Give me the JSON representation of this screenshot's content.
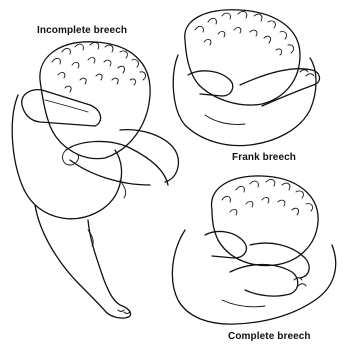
{
  "captions": {
    "incomplete": "Incomplete breech",
    "frank": "Frank breech",
    "complete": "Complete breech"
  },
  "colors": {
    "line": "#111111",
    "background": "#ffffff"
  }
}
